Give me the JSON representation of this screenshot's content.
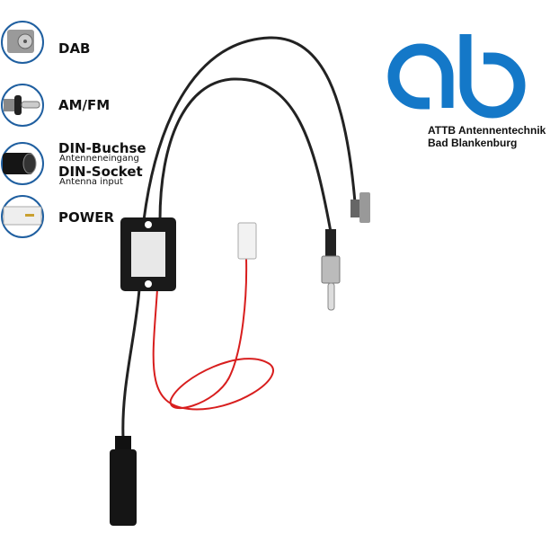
{
  "legend": {
    "dab": "DAB",
    "amfm": "AM/FM",
    "din_de": "DIN-Buchse",
    "din_de_sub": "Antenneneingang",
    "din_en": "DIN-Socket",
    "din_en_sub": "Antenna input",
    "power": "POWER"
  },
  "brand": {
    "line1": "ATTB Antennentechnik",
    "line2": "Bad Blankenburg",
    "color": "#1478c8"
  }
}
